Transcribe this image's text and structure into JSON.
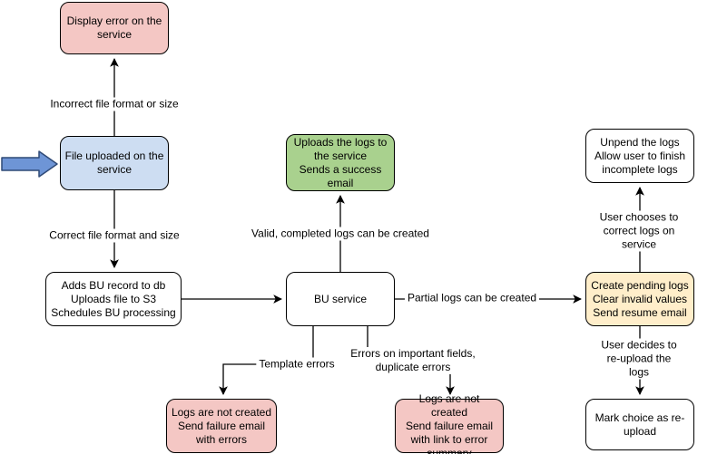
{
  "nodes": {
    "display_error": {
      "label": "Display error on the\nservice",
      "fill": "#f4c7c4"
    },
    "file_uploaded": {
      "label": "File uploaded on the\nservice",
      "fill": "#cdddf2"
    },
    "adds_bu_record": {
      "label": "Adds BU record to db\nUploads file to S3\nSchedules BU processing",
      "fill": "#ffffff"
    },
    "bu_service": {
      "label": "BU service",
      "fill": "#ffffff"
    },
    "uploads_logs": {
      "label": "Uploads the logs to\nthe service\nSends a success\nemail",
      "fill": "#a9d18e"
    },
    "create_pending_logs": {
      "label": "Create pending logs\nClear invalid values\nSend resume email",
      "fill": "#ffeeca"
    },
    "unpend_logs": {
      "label": "Unpend the logs\nAllow user to finish\nincomplete logs",
      "fill": "#ffffff"
    },
    "mark_choice_reupload": {
      "label": "Mark choice as re-\nupload",
      "fill": "#ffffff"
    },
    "logs_not_created_errors": {
      "label": "Logs are not created\nSend failure email\nwith errors",
      "fill": "#f4c7c4"
    },
    "logs_not_created_summary": {
      "label": "Logs are not created\nSend failure email\nwith link to error\nsummary",
      "fill": "#f4c7c4"
    }
  },
  "edge_labels": {
    "incorrect_format": "Incorrect file format or size",
    "correct_format": "Correct file format and size",
    "valid_logs": "Valid, completed logs can be created",
    "partial_logs": "Partial logs can be created",
    "template_errors": "Template errors",
    "important_field_errors": "Errors on important fields,\nduplicate errors",
    "user_corrects": "User chooses to correct logs on service",
    "user_reuploads": "User decides to re-upload the logs"
  },
  "colors": {
    "node_stroke": "#000000",
    "connector": "#000000",
    "red_fill": "#f4c7c4",
    "blue_fill": "#cdddf2",
    "green_fill": "#a9d18e",
    "yellow_fill": "#ffeeca",
    "white_fill": "#ffffff",
    "entry_arrow_fill": "#6e95d6",
    "entry_arrow_stroke": "#2f4a77"
  }
}
